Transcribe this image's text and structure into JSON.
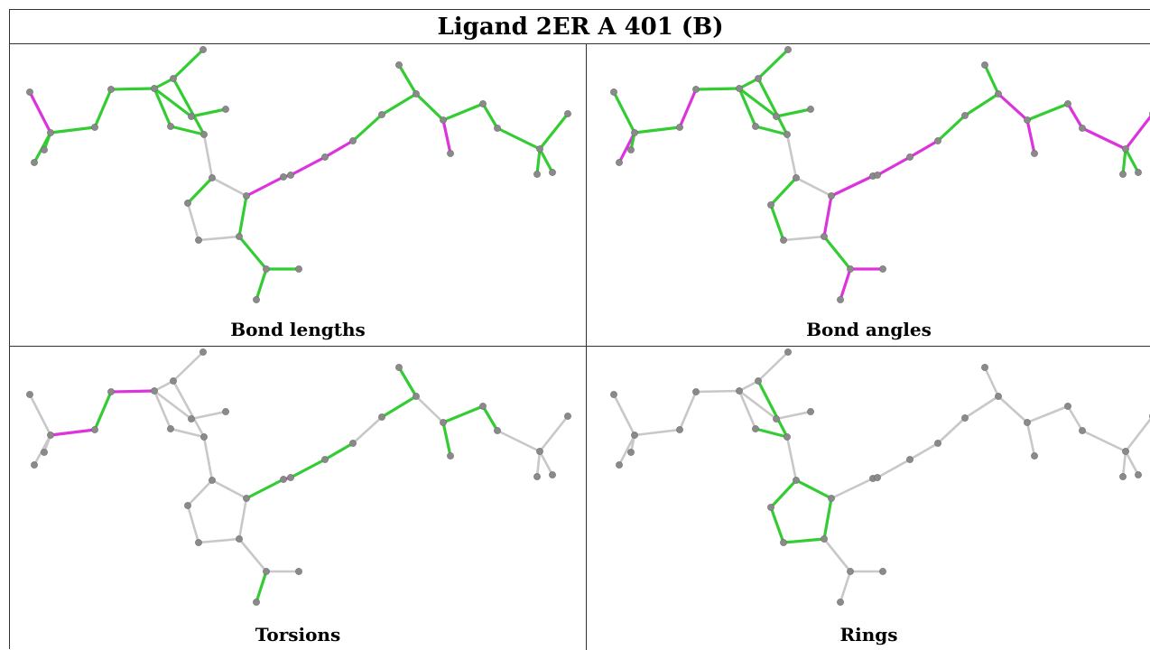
{
  "title": "Ligand 2ER A 401 (B)",
  "colors": {
    "ok": "#33cc33",
    "outlier": "#dd33dd",
    "unchecked": "#c8c8c8",
    "atom": "#8a8a8a",
    "border": "#333333"
  },
  "panels": [
    {
      "caption": "Bond lengths"
    },
    {
      "caption": "Bond angles"
    },
    {
      "caption": "Torsions"
    },
    {
      "caption": "Rings"
    }
  ]
}
